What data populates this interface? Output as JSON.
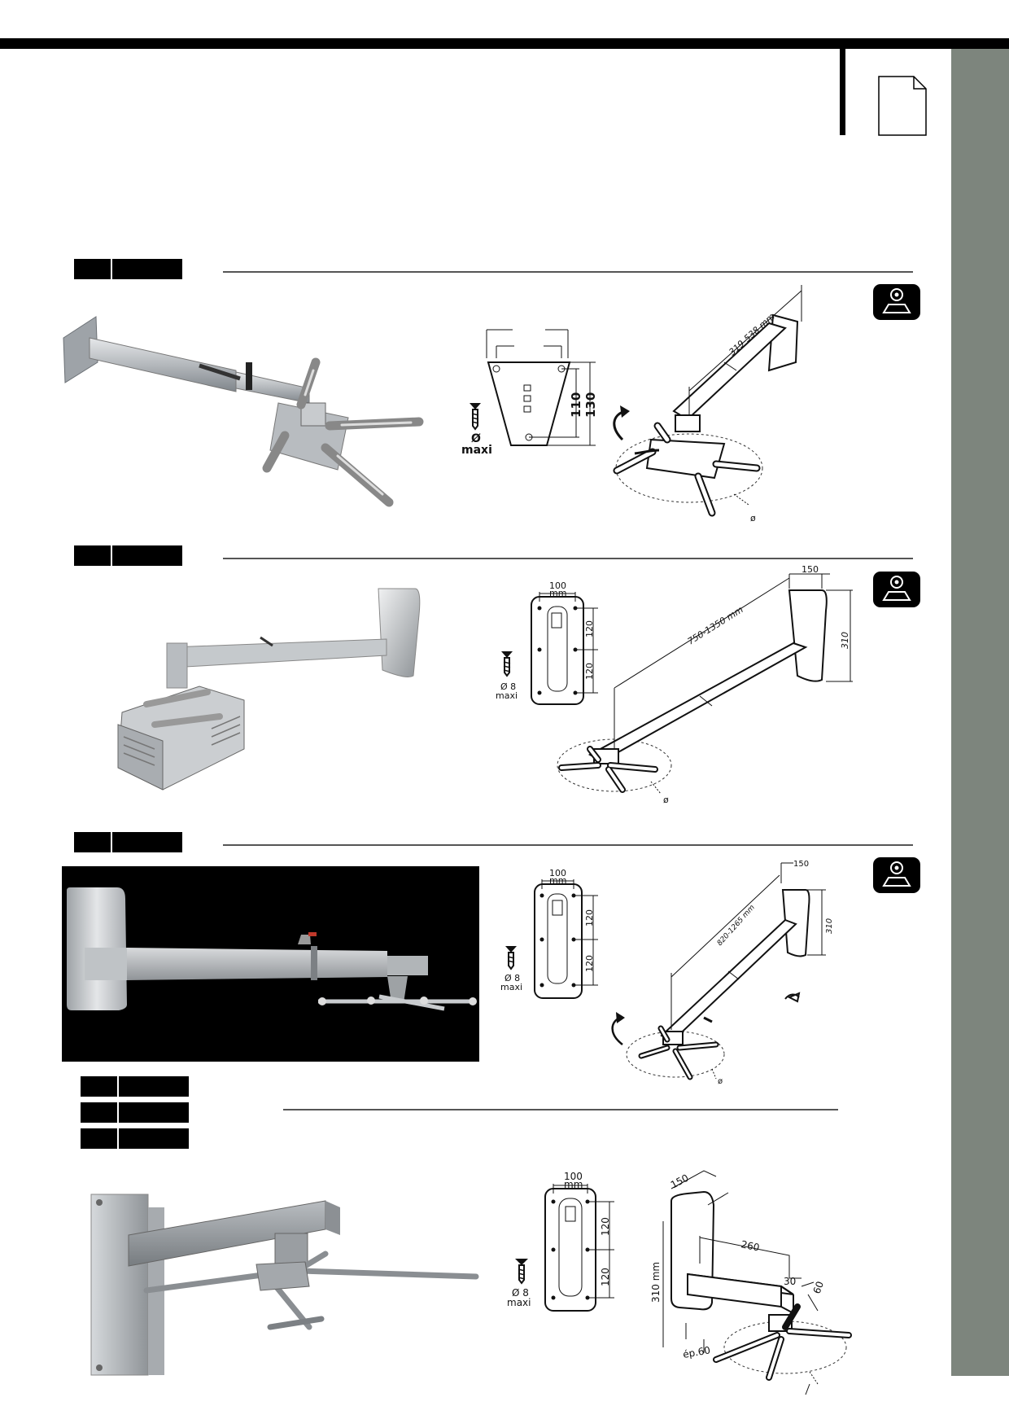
{
  "diagram_labels": {
    "p1_length": "319-538 mm",
    "p1_dim_a": "110",
    "p1_dim_b": "130",
    "p1_screw_sym": "Ø",
    "p1_screw_label": "maxi",
    "p1_diam": "ø",
    "p2_width": "100",
    "p2_width_unit": "mm",
    "p2_h1": "120",
    "p2_h2": "120",
    "p2_length": "750-1350 mm",
    "p2_depth": "150",
    "p2_height": "310",
    "p2_screw_sym": "Ø 8",
    "p2_screw_label": "maxi",
    "p2_diam": "ø",
    "p3_width": "100",
    "p3_width_unit": "mm",
    "p3_h1": "120",
    "p3_h2": "120",
    "p3_length": "820-1265 mm",
    "p3_depth": "150",
    "p3_height": "310",
    "p3_screw_sym": "Ø 8",
    "p3_screw_label": "maxi",
    "p3_diam": "ø",
    "p4_width": "100",
    "p4_width_unit": "mm",
    "p4_h1": "120",
    "p4_h2": "120",
    "p4_screw_sym": "Ø 8",
    "p4_screw_label": "maxi",
    "p4_depth": "150",
    "p4_arm": "260",
    "p4_d30": "30",
    "p4_d60": "60",
    "p4_height": "310 mm",
    "p4_thick": "ép.60"
  },
  "colors": {
    "band": "#7d857d",
    "rule": "#555555",
    "tab": "#000000"
  }
}
